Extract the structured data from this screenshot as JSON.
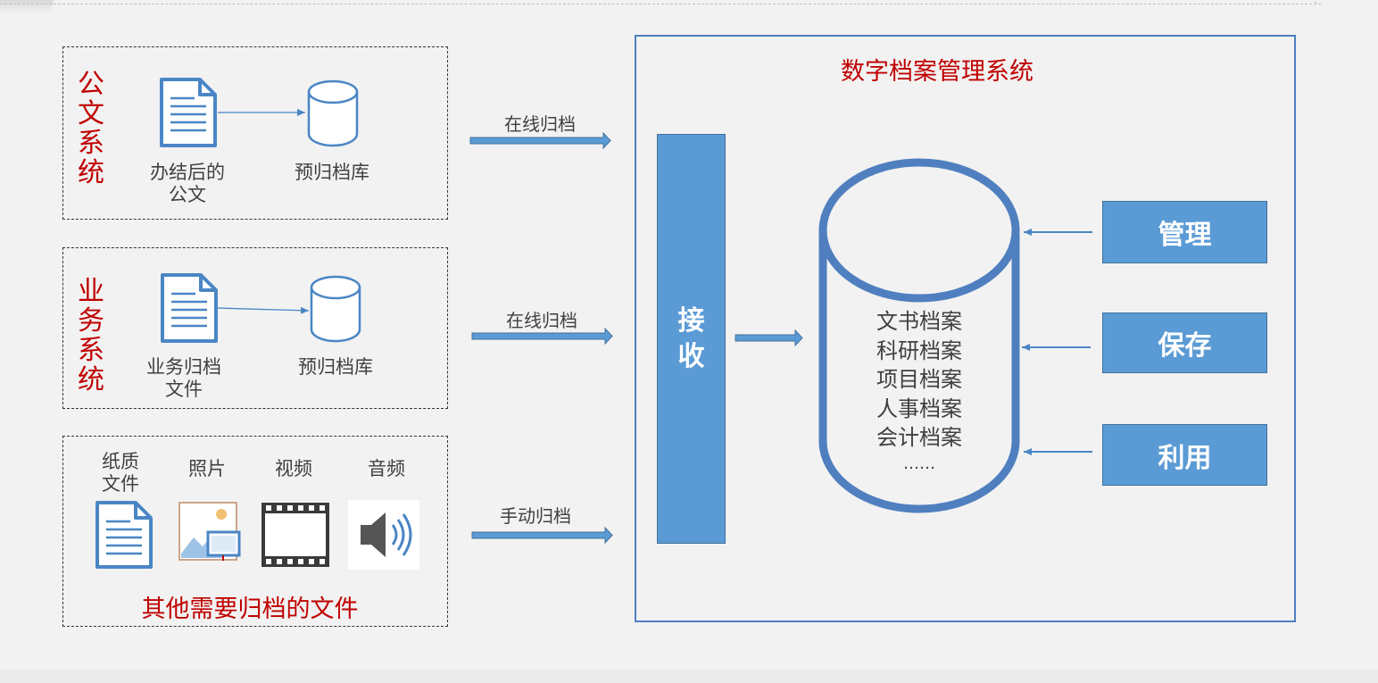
{
  "system_gongwen": {
    "title": "公\n文\n系\n统",
    "doc_label": "办结后的\n公文",
    "db_label": "预归档库",
    "arrow_label": "在线归档"
  },
  "system_yewu": {
    "title": "业\n务\n系\n统",
    "doc_label": "业务归档\n文件",
    "db_label": "预归档库",
    "arrow_label": "在线归档"
  },
  "other_files": {
    "items": [
      "纸质\n文件",
      "照片",
      "视频",
      "音频"
    ],
    "title": "其他需要归档的文件",
    "arrow_label": "手动归档"
  },
  "archive_system": {
    "title": "数字档案管理系统",
    "receive_label": "接\n收",
    "archive_types": [
      "文书档案",
      "科研档案",
      "项目档案",
      "人事档案",
      "会计档案",
      "……"
    ],
    "functions": [
      "管理",
      "保存",
      "利用"
    ]
  },
  "colors": {
    "accent_blue": "#5b9bd5",
    "border_blue": "#4f7fbf",
    "title_red": "#c00000"
  }
}
